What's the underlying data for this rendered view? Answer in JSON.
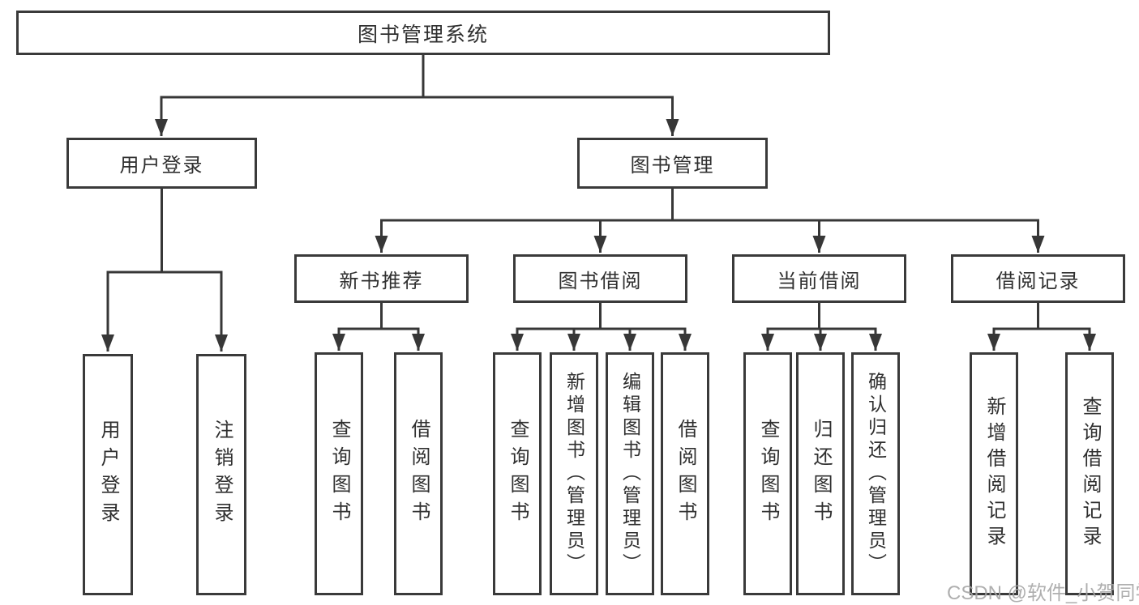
{
  "diagram": {
    "root": {
      "label": "图书管理系统"
    },
    "level2": [
      {
        "label": "用户登录"
      },
      {
        "label": "图书管理"
      }
    ],
    "level3": [
      {
        "label": "新书推荐",
        "parent": "图书管理"
      },
      {
        "label": "图书借阅",
        "parent": "图书管理"
      },
      {
        "label": "当前借阅",
        "parent": "图书管理"
      },
      {
        "label": "借阅记录",
        "parent": "图书管理"
      }
    ],
    "leaves": {
      "user_login": [
        "用户登录",
        "注销登录"
      ],
      "new_book": [
        "查询图书",
        "借阅图书"
      ],
      "book_borrow": [
        "查询图书",
        "新增图书（管理员）",
        "编辑图书（管理员）",
        "借阅图书"
      ],
      "current_borrow": [
        "查询图书",
        "归还图书",
        "确认归还（管理员）"
      ],
      "borrow_record": [
        "新增借阅记录",
        "查询借阅记录"
      ]
    }
  },
  "watermark": "CSDN @软件_小贺同学",
  "colors": {
    "line": "#373737",
    "box_border": "#3a3a3a",
    "box_bg": "#ffffff",
    "text": "#2f2f2f",
    "watermark": "#a4a4a4"
  }
}
